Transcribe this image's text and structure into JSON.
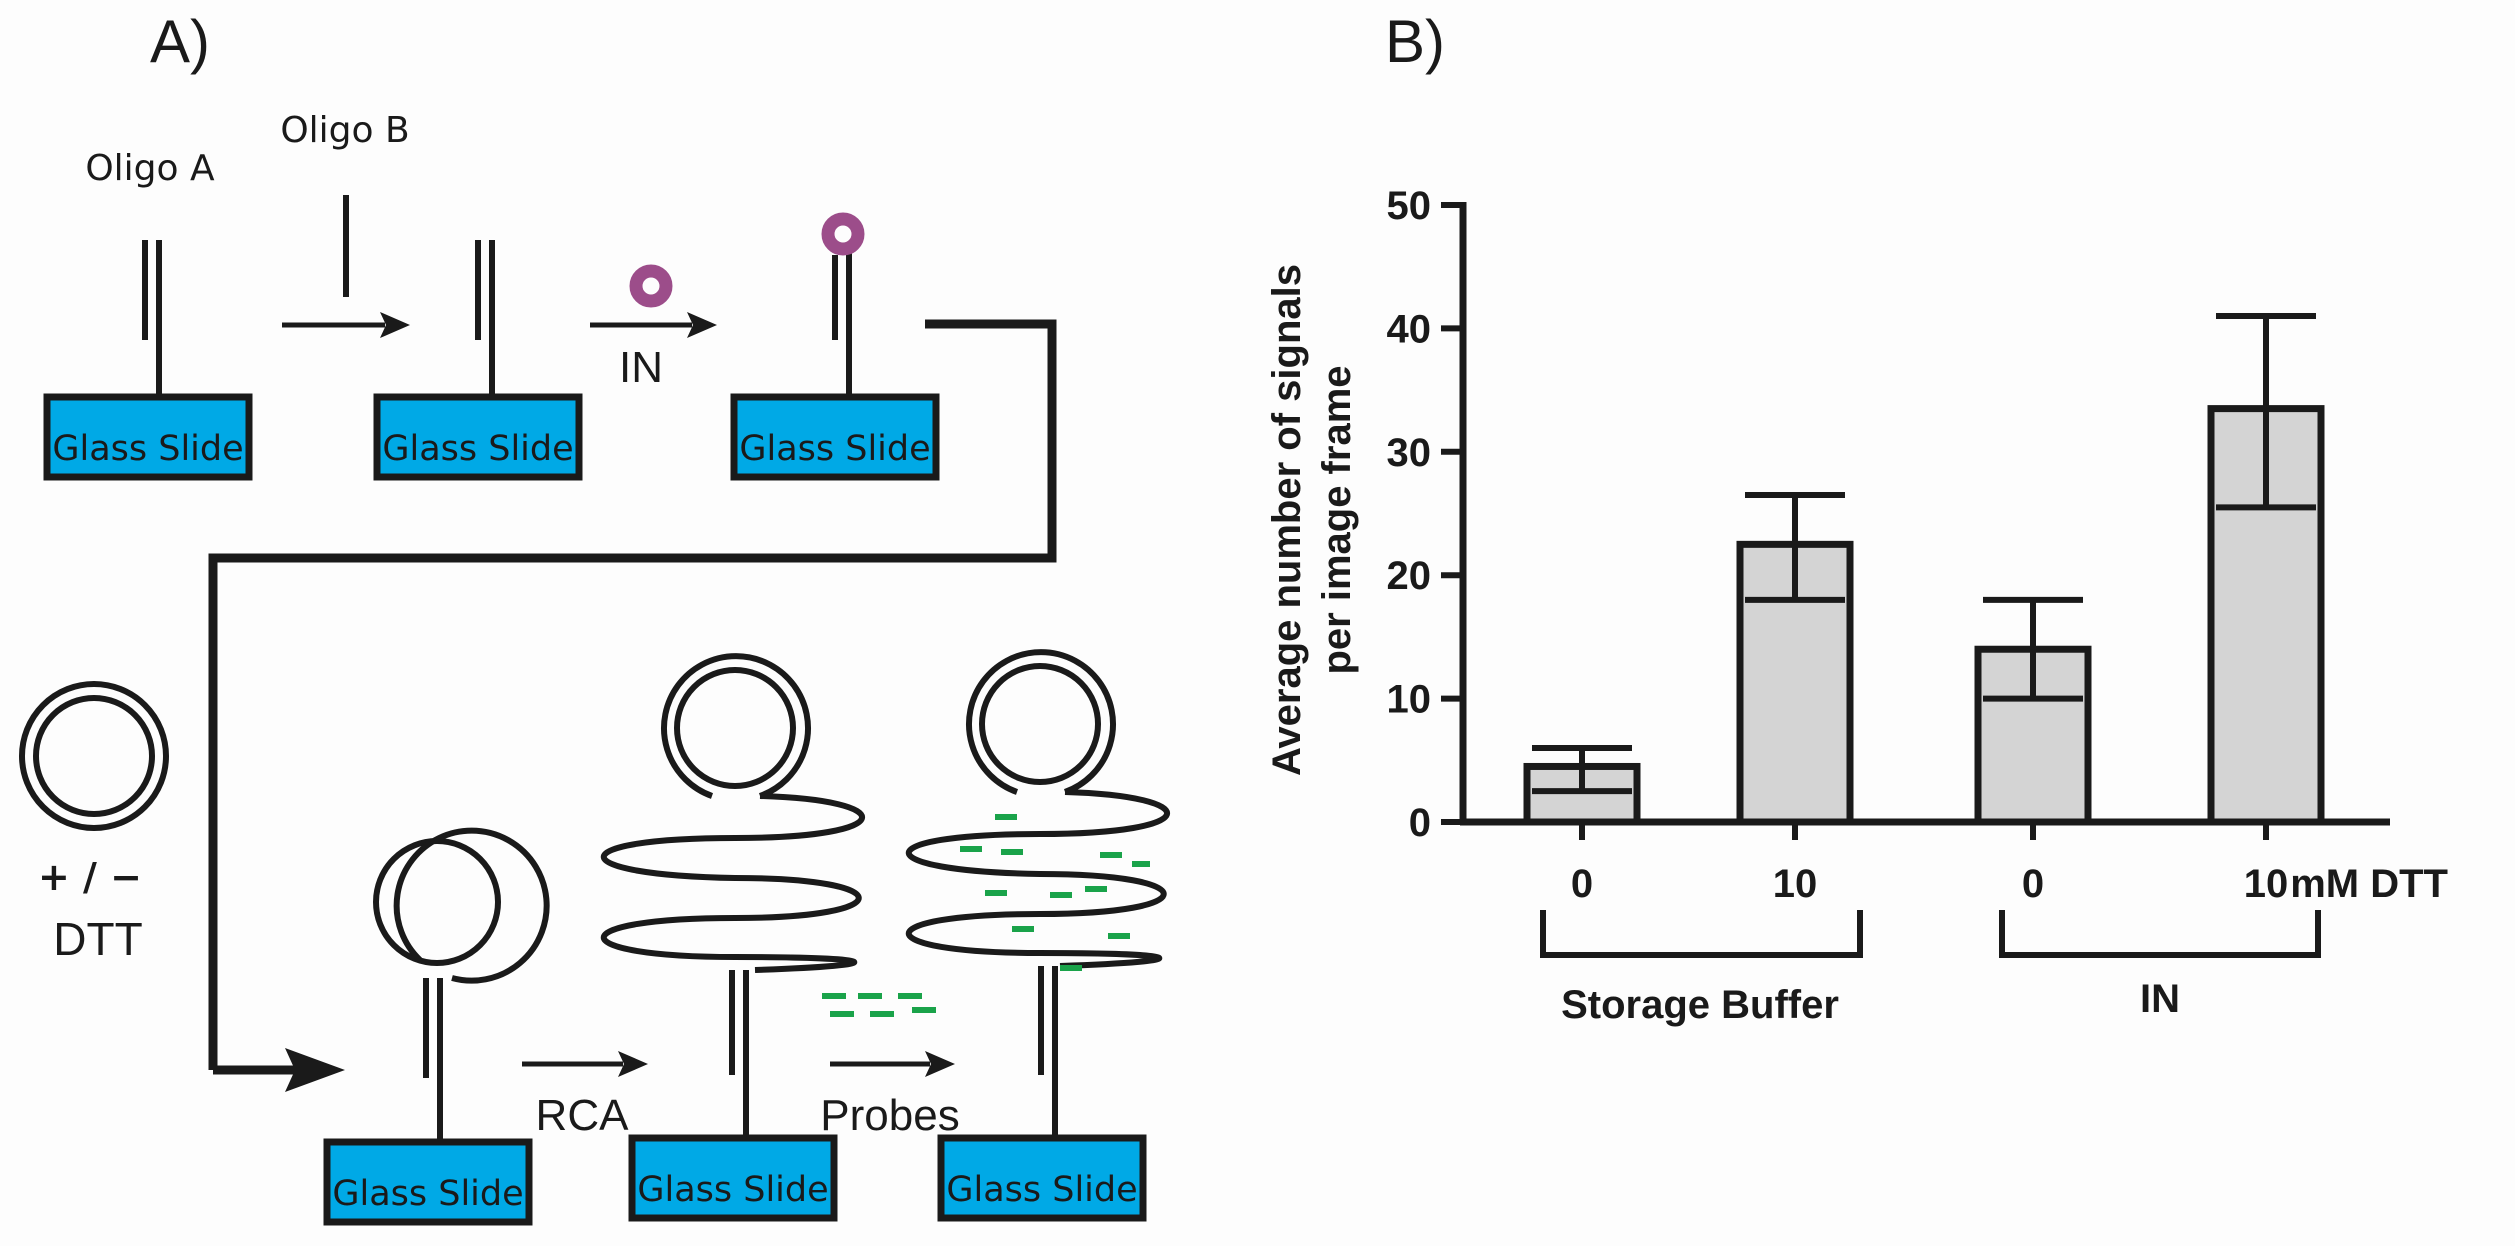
{
  "panel_a": {
    "label": "A)",
    "oligo_a": "Oligo A",
    "oligo_b": "Oligo B",
    "in_label": "IN",
    "dtt_sign": "+ / −",
    "dtt_label": "DTT",
    "rca_label": "RCA",
    "probes_label": "Probes",
    "slide_label": "Glass Slide",
    "colors": {
      "slide": "#00a9e6",
      "integrase": "#9c4d8a",
      "probe": "#1aa34a",
      "ink": "#1a1a1a"
    }
  },
  "panel_b": {
    "label": "B)",
    "group_labels": [
      "Storage Buffer",
      "IN"
    ],
    "unit_label": "mM DTT"
  },
  "chart_data": {
    "type": "bar",
    "ylabel": "Average number of signals per image frame",
    "ylabel_lines": [
      "Average number of signals",
      "per image frame"
    ],
    "ylim": [
      0,
      50
    ],
    "yticks": [
      0,
      10,
      20,
      30,
      40,
      50
    ],
    "categories": [
      "0",
      "10",
      "0",
      "10"
    ],
    "values": [
      4.5,
      22.5,
      14,
      33.5
    ],
    "error_low": [
      2.5,
      18,
      10,
      25.5
    ],
    "error_high": [
      6,
      26.5,
      18,
      41
    ],
    "bar_color": "#d4d4d4",
    "grid": false
  }
}
